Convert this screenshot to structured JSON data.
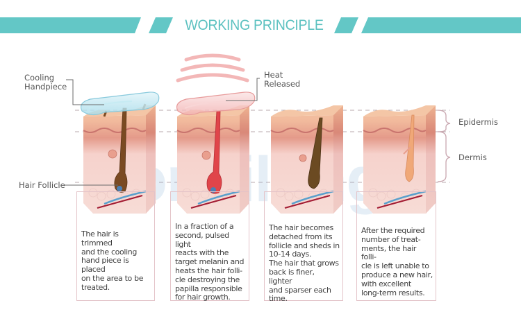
{
  "header": {
    "title": "WORKING PRINCIPLE",
    "accent_color": "#63c7c6"
  },
  "labels": {
    "cooling_handpiece": [
      "Cooling",
      "Handpiece"
    ],
    "heat_released": [
      "Heat",
      "Released"
    ],
    "hair_follicle": "Hair Follicle",
    "epidermis": "Epidermis",
    "dermis": "Dermis"
  },
  "watermark": "oneilong",
  "stages": [
    {
      "id": 1,
      "hair_color": "#7a4a22",
      "device": "cooling-handpiece",
      "text": [
        "The hair is trimmed",
        "and the cooling",
        "hand piece is placed",
        "on the area to be",
        "treated."
      ]
    },
    {
      "id": 2,
      "hair_color": "#e0454a",
      "device": "heating-handpiece",
      "text": [
        "In a fraction of a",
        "second, pulsed light",
        "reacts with the",
        "target melanin and",
        "heats the hair folli-",
        "cle destroying the",
        "papilla responsible",
        "for hair growth."
      ]
    },
    {
      "id": 3,
      "hair_color": "#6b4a22",
      "device": "none",
      "text": [
        "The hair becomes",
        "detached from its",
        "follicle and sheds in",
        "10-14 days.",
        "The hair that grows",
        "back is finer, lighter",
        "and sparser each",
        "time."
      ]
    },
    {
      "id": 4,
      "hair_color": "#f0a878",
      "device": "none",
      "text": [
        "After the required",
        "number of treat-",
        "ments, the hair folli-",
        "cle is left unable to",
        "produce a new hair,",
        "with excellent",
        "long-term results."
      ]
    }
  ]
}
